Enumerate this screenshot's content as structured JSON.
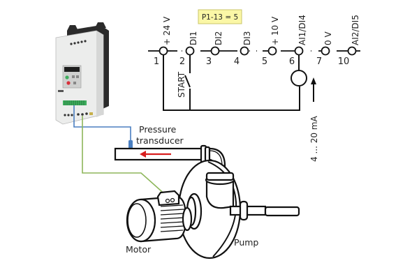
{
  "diagram": {
    "parameter_label": "P1-13 = 5",
    "terminals": [
      {
        "number": "1",
        "name": "+ 24 V"
      },
      {
        "number": "2",
        "name": "DI1"
      },
      {
        "number": "3",
        "name": "DI2"
      },
      {
        "number": "4",
        "name": "DI3"
      },
      {
        "number": "5",
        "name": "+ 10 V"
      },
      {
        "number": "6",
        "name": "AI1/DI4"
      },
      {
        "number": "7",
        "name": "0 V"
      },
      {
        "number": "10",
        "name": "AI2/DI5"
      }
    ],
    "switch_label": "START",
    "current_signal_label": "4 ... 20 mA",
    "pressure_transducer_label_line1": "Pressure",
    "pressure_transducer_label_line2": "transducer",
    "motor_label": "Motor",
    "pump_label": "Pump",
    "colors": {
      "param_box_fill": "#fbf7a6",
      "param_box_border": "#c8c46a",
      "signal_wire": "#4a7fc1",
      "power_wire": "#8db65a",
      "flow_arrow": "#d81e1e",
      "drive_body": "#ecedec",
      "drive_heatsink": "#2b2b2b",
      "terminal_green": "#3fae5e"
    }
  }
}
